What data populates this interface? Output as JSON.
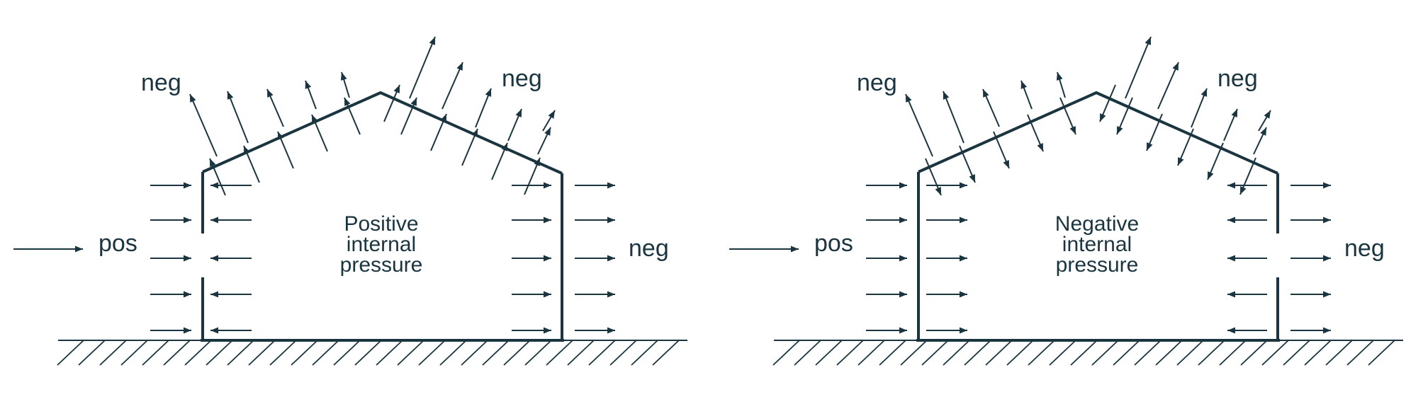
{
  "ink_color": "#1a3540",
  "background": "#ffffff",
  "panels": [
    {
      "id": "positive",
      "caption_lines": [
        "Positive",
        "internal",
        "pressure"
      ],
      "labels": {
        "wind": "pos",
        "roof_left": "neg",
        "roof_right": "neg",
        "leeward": "neg"
      },
      "opening_side": "windward",
      "internal_pressure": "positive"
    },
    {
      "id": "negative",
      "caption_lines": [
        "Negative",
        "internal",
        "pressure"
      ],
      "labels": {
        "wind": "pos",
        "roof_left": "neg",
        "roof_right": "neg",
        "leeward": "neg"
      },
      "opening_side": "leeward",
      "internal_pressure": "negative"
    }
  ]
}
